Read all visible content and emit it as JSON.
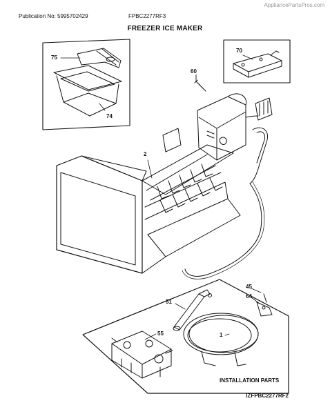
{
  "header": {
    "watermark": "AppliancePartsPros.com",
    "publication": "Publication No: 5995702429",
    "model": "FPBC2277RF3"
  },
  "title": "FREEZER ICE MAKER",
  "callouts": {
    "p75": "75",
    "p74": "74",
    "p70": "70",
    "p60": "60",
    "p2": "2",
    "p45": "45",
    "p64": "64",
    "p51": "51",
    "p1": "1",
    "p55": "55"
  },
  "installation_label": "INSTALLATION PARTS",
  "footer_code": "IZFPBC2277RF2"
}
